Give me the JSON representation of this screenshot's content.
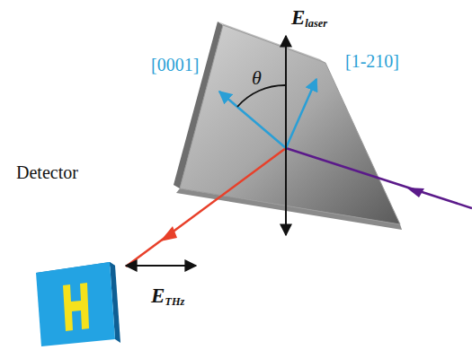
{
  "diagram": {
    "labels": [
      "Elaser",
      "[0001]",
      "θ",
      "[1-210]",
      "Detector",
      "ETHz"
    ]
  }
}
